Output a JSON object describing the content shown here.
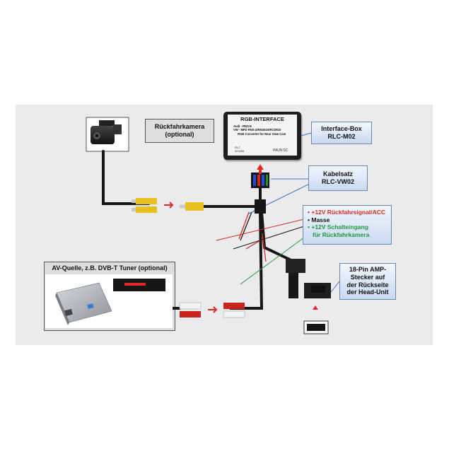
{
  "labels": {
    "camera": "Rückfahrkamera (optional)",
    "camera_line1": "Rückfahrkamera",
    "camera_line2": "(optional)",
    "interface_line1": "Interface-Box",
    "interface_line2": "RLC-M02",
    "cable_line1": "Kabelsatz",
    "cable_line2": "RLC-VW02",
    "av_source": "AV-Quelle, z.B. DVB-T Tuner (optional)",
    "amp_lines": [
      "18-Pin AMP-",
      "Stecker auf",
      "der Rückseite",
      "der Head-Unit"
    ]
  },
  "legend": [
    {
      "bullet": "•",
      "text": "+12V Rückfahrsignal/ACC",
      "color": "#d42a1e"
    },
    {
      "bullet": "•",
      "text": "Masse",
      "color": "#111111"
    },
    {
      "bullet": "•",
      "text": "+12V Schalteingang",
      "color": "#1c9a3a"
    },
    {
      "bullet": "",
      "text": "für Rückfahrkamera",
      "color": "#1c9a3a"
    }
  ],
  "interface_box": {
    "title": "RGB-INTERFACE",
    "lines": [
      "Audi - RNS-E",
      "VW - MFD RNS-2/RNS510/RCD510",
      "RGB Converter for Rear View Cam"
    ],
    "brand": "PAUN'SC",
    "serial": "RLC 023456"
  },
  "colors": {
    "cable": "#161616",
    "red_wire": "#d42a1e",
    "green_wire": "#1c9a3a",
    "blue_wire": "#2a4ad6",
    "rca_yellow": "#e8c020",
    "rca_white": "#f2f2f2",
    "rca_red": "#c8261c",
    "arrow_red": "#e02828",
    "callout_line": "#3a6fd0",
    "label_blue": "#d3e0f3",
    "label_grey": "#dedee0"
  },
  "icons": [
    "camera-icon",
    "tuner-icon",
    "connector-icon",
    "arrow-icon"
  ]
}
